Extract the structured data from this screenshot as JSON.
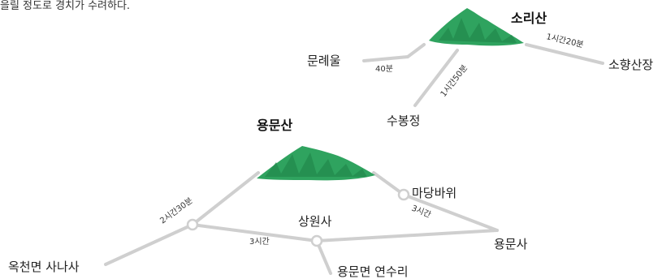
{
  "caption": "을릴 정도로 경치가 수려하다.",
  "colors": {
    "mountain": "#2fa35f",
    "mountain_dark": "#238a4c",
    "trail": "#cfcfcf"
  },
  "mountains": {
    "sori": {
      "name": "소리산"
    },
    "yongmun": {
      "name": "용문산"
    }
  },
  "places": {
    "munryeul": "문례울",
    "sobongjeong": "수봉정",
    "sohyang": "소향산장",
    "madang": "마당바위",
    "sangwon": "상원사",
    "yongmunsa": "용문사",
    "okcheon": "옥천면 사나사",
    "yeonsu": "용문면 연수리"
  },
  "times": {
    "munryeul_time": "40분",
    "sohyang_time": "1시간20분",
    "sobong_time": "1시간50분",
    "okcheon_time": "2시간30분",
    "madang_time": "3시간",
    "sangwon_time": "3시간"
  }
}
